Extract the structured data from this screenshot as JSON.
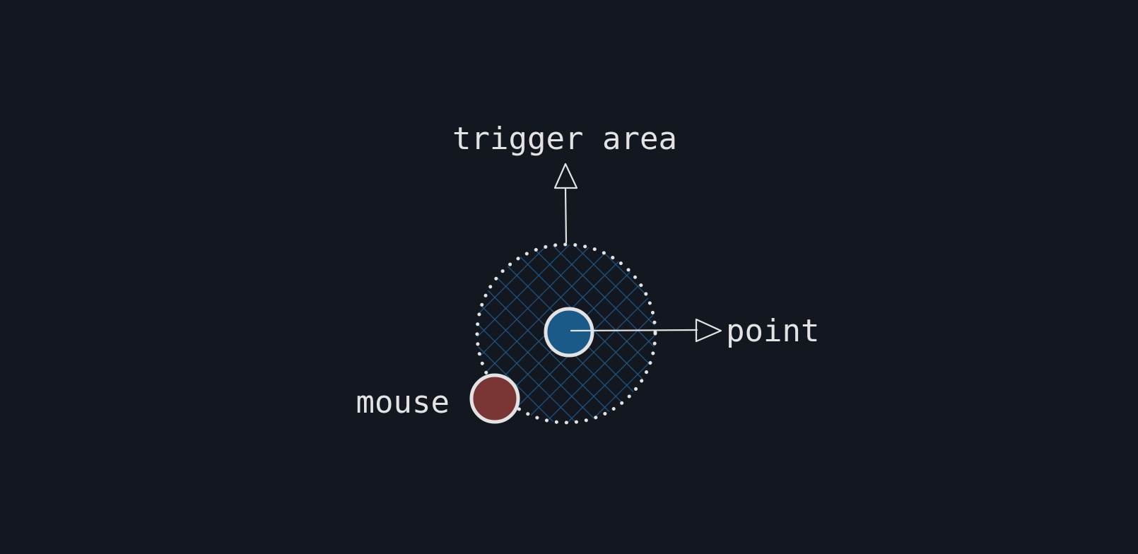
{
  "labels": {
    "trigger_area": "trigger area",
    "point": "point",
    "mouse": "mouse"
  },
  "colors": {
    "background": "#131820",
    "stroke": "#e3e3e3",
    "hatch": "#1f5a8c",
    "point_fill": "#1a5a88",
    "mouse_fill": "#7a3535"
  },
  "icons": {
    "trigger_arrow": "arrow-up-icon",
    "point_arrow": "arrow-right-icon"
  }
}
